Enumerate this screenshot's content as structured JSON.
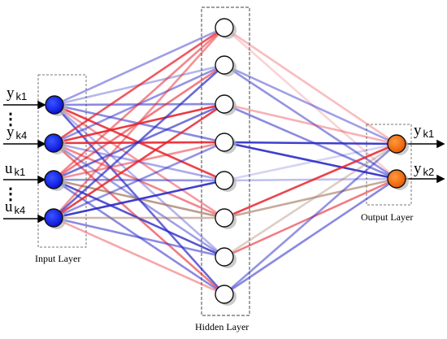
{
  "diagram": {
    "layers": {
      "input": {
        "caption": "Input Layer",
        "node_count": 4,
        "node_color": "#0b1ef0"
      },
      "hidden": {
        "caption": "Hidden Layer",
        "node_count": 8,
        "node_color": "#ffffff"
      },
      "output": {
        "caption": "Output Layer",
        "node_count": 2,
        "node_color": "#f66a06"
      }
    },
    "inputs": [
      {
        "name": "y",
        "sub": "k1"
      },
      {
        "name": "y",
        "sub": "k4"
      },
      {
        "name": "u",
        "sub": "k1"
      },
      {
        "name": "u",
        "sub": "k4"
      }
    ],
    "outputs": [
      {
        "name": "y",
        "sub": "k1"
      },
      {
        "name": "y",
        "sub": "k2"
      }
    ],
    "ellipsis": "⋮",
    "colors": {
      "positive": "#e8232d",
      "negative": "#2a2ac8",
      "neutral": "#a0725a",
      "box": "#777777"
    }
  }
}
